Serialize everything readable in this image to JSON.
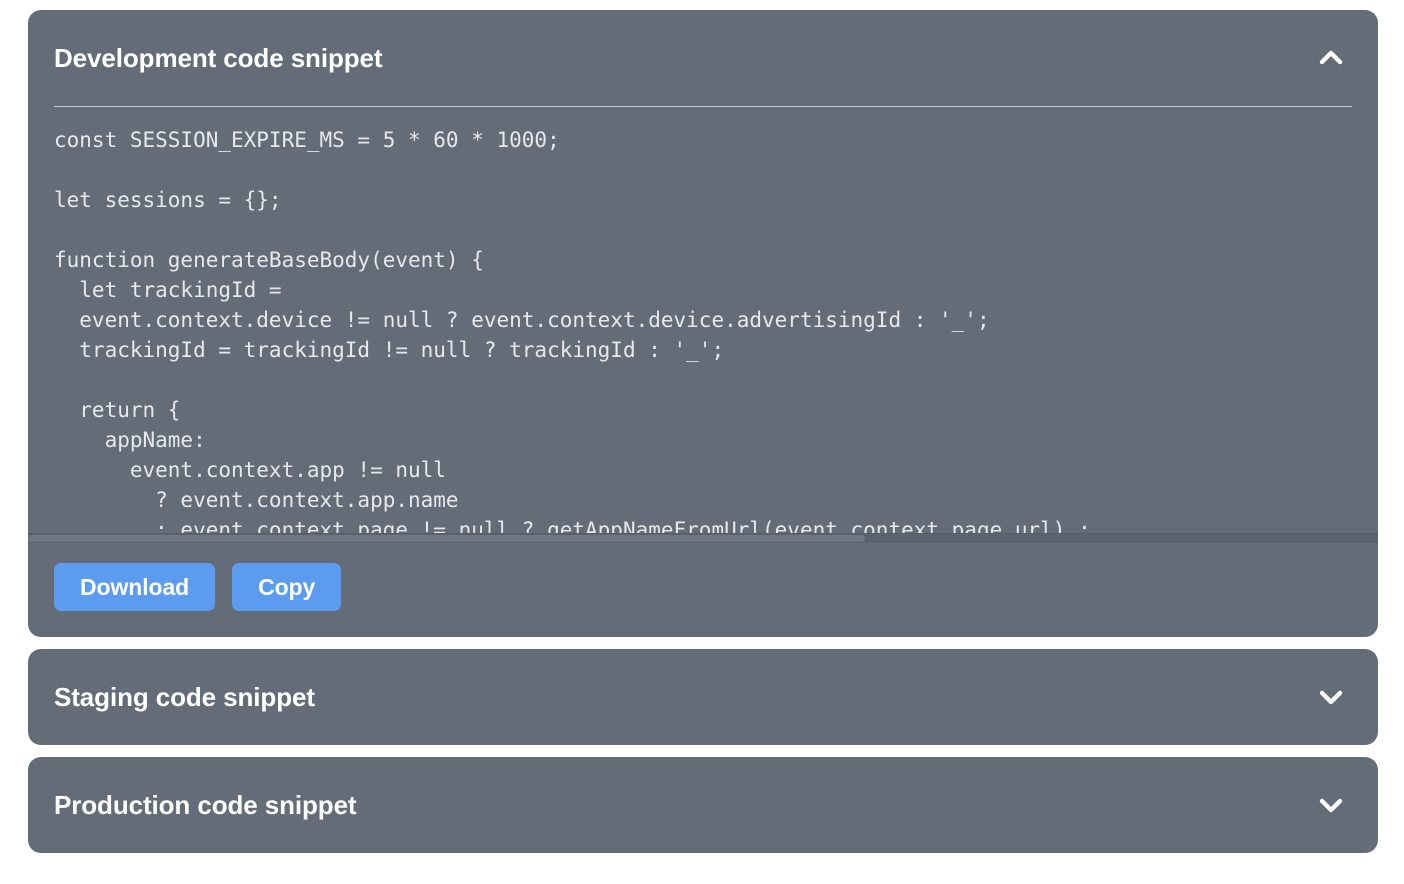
{
  "theme": {
    "page_background": "#ffffff",
    "panel_background": "#646c78",
    "panel_title_color": "#ffffff",
    "code_text_color": "#e6e8ec",
    "divider_color": "#c5c9d0",
    "button_background": "#5b9bf0",
    "button_text_color": "#ffffff",
    "scrollbar_track_color": "#5c636e",
    "scrollbar_thumb_color": "#6e7682"
  },
  "panels": [
    {
      "title": "Development code snippet",
      "state": "expanded",
      "chevron_icon": "chevron-up-icon",
      "code": "const SESSION_EXPIRE_MS = 5 * 60 * 1000;\n\nlet sessions = {};\n\nfunction generateBaseBody(event) {\n  let trackingId =\n  event.context.device != null ? event.context.device.advertisingId : '_';\n  trackingId = trackingId != null ? trackingId : '_';\n\n  return {\n    appName:\n      event.context.app != null\n        ? event.context.app.name\n        : event.context.page != null ? getAppNameFromUrl(event.context.page.url) :",
      "buttons": [
        {
          "label": "Download",
          "name": "download-button"
        },
        {
          "label": "Copy",
          "name": "copy-button"
        }
      ]
    },
    {
      "title": "Staging code snippet",
      "state": "collapsed",
      "chevron_icon": "chevron-down-icon"
    },
    {
      "title": "Production code snippet",
      "state": "collapsed",
      "chevron_icon": "chevron-down-icon"
    }
  ]
}
